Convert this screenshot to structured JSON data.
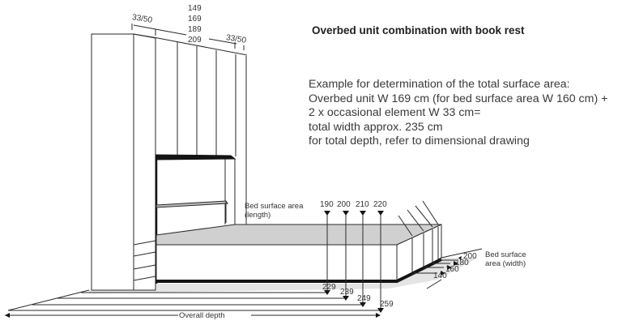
{
  "title": "Overbed unit combination with book rest",
  "description": {
    "lines": [
      "Example for determination of the total surface area:",
      "Overbed unit W 169 cm (for bed surface area W 160 cm) +",
      "2 x occasional element W 33 cm=",
      "total width approx. 235 cm",
      "for total depth, refer to dimensional drawing"
    ]
  },
  "top_dimensions": {
    "left_side": "33/50",
    "right_side": "33/50",
    "widths": [
      "149",
      "169",
      "189",
      "209"
    ]
  },
  "bed_length": {
    "label_line1": "Bed surface area",
    "label_line2": "(length)",
    "values": [
      "190",
      "200",
      "210",
      "220"
    ]
  },
  "bed_width": {
    "label_line1": "Bed surface",
    "label_line2": "area (width)",
    "values": [
      "200",
      "180",
      "160",
      "140"
    ]
  },
  "overall_depth": {
    "label": "Overall depth",
    "values": [
      "229",
      "239",
      "249",
      "259"
    ]
  },
  "colors": {
    "line": "#2a2a2a",
    "fill_grey": "#d0d0d0",
    "shadow_grey": "#e2e2e2",
    "base_black": "#141414"
  }
}
